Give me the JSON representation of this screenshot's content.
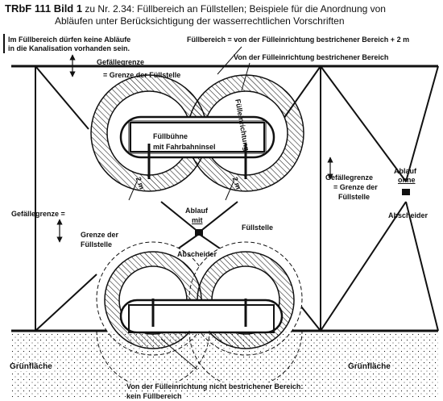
{
  "header": {
    "prefix": "TRbF 111 Bild 1",
    "line1": " zu  Nr. 2.34: Füllbereich an Füllstellen; Beispiele für die Anordnung von",
    "line2": "Abläufen unter Berücksichtigung der wasserrechtlichen Vorschriften"
  },
  "note": {
    "line1": "Im Füllbereich dürfen keine Abläufe",
    "line2": "in die Kanalisation vorhanden sein."
  },
  "labels": {
    "fuellbereich_def": "Füllbereich = von der Fülleinrichtung bestrichener Bereich + 2 m",
    "bestrichen": "Von der Fülleinrichtung bestrichener Bereich",
    "gefaelle_top_1": "Gefällegrenze",
    "gefaelle_top_2": "= Grenze der Füllstelle",
    "fuellbuehne_1": "Füllbühne",
    "fuellbuehne_2": "mit Fahrbahninsel",
    "fuelleinrichtung": "Fülleinrichtung",
    "two_m_left": "2 m",
    "two_m_right": "2 m",
    "gefaelle_right_1": "Gefällegrenze",
    "gefaelle_right_2": "= Grenze der",
    "gefaelle_right_3": "Füllstelle",
    "ablauf": "Ablauf",
    "ohne": "ohne",
    "mit": "mit",
    "abscheider_right": "Abscheider",
    "abscheider_center": "Abscheider",
    "fuellstelle": "Füllstelle",
    "gefaelle_left_1": "Gefällegrenze =",
    "gefaelle_left_2": "Grenze der",
    "gefaelle_left_3": "Füllstelle",
    "gruen_left": "Grünfläche",
    "gruen_right": "Grünfläche",
    "bottom_1": "Von der Fülleinrichtung nicht bestrichener Bereich:",
    "bottom_2": "kein Füllbereich"
  },
  "colors": {
    "ink": "#111111",
    "paper": "#ffffff"
  }
}
